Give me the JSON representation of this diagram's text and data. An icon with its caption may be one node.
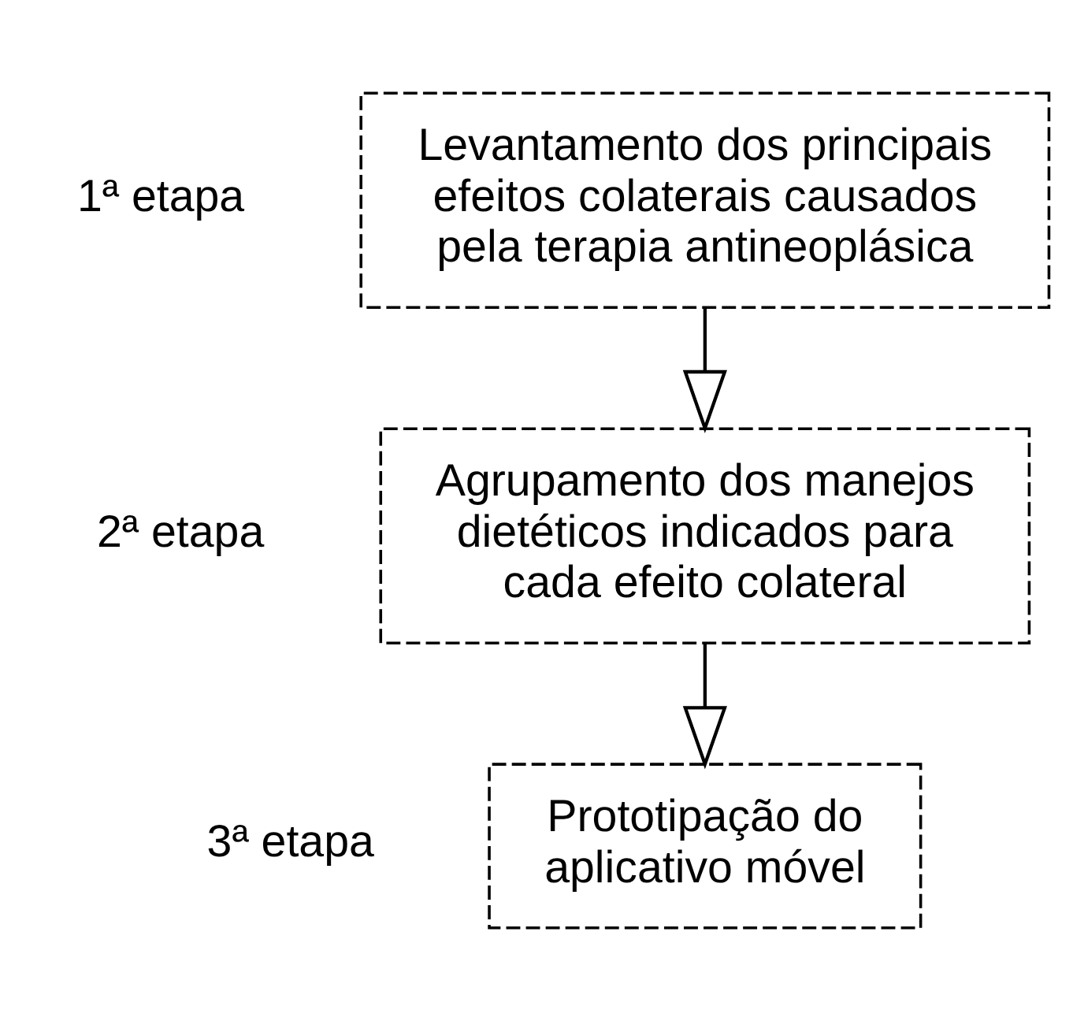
{
  "diagram": {
    "nodes": [
      {
        "text": [
          "Levantamento dos principais efeitos colaterais causados pela terapia antineoplásica"
        ],
        "beside": [
          "1ª etapa"
        ]
      },
      {
        "text": [
          "Agrupamento dos manejos dietéticos indicados para cada efeito colateral"
        ],
        "beside": [
          "2ª etapa"
        ]
      },
      {
        "text": [
          "Prototipação do aplicativo móvel"
        ],
        "beside": [
          "3ª etapa"
        ]
      }
    ],
    "edges": [
      {
        "from": 0,
        "to": 1,
        "arrow": "to"
      },
      {
        "from": 1,
        "to": 2,
        "arrow": "to"
      }
    ]
  }
}
